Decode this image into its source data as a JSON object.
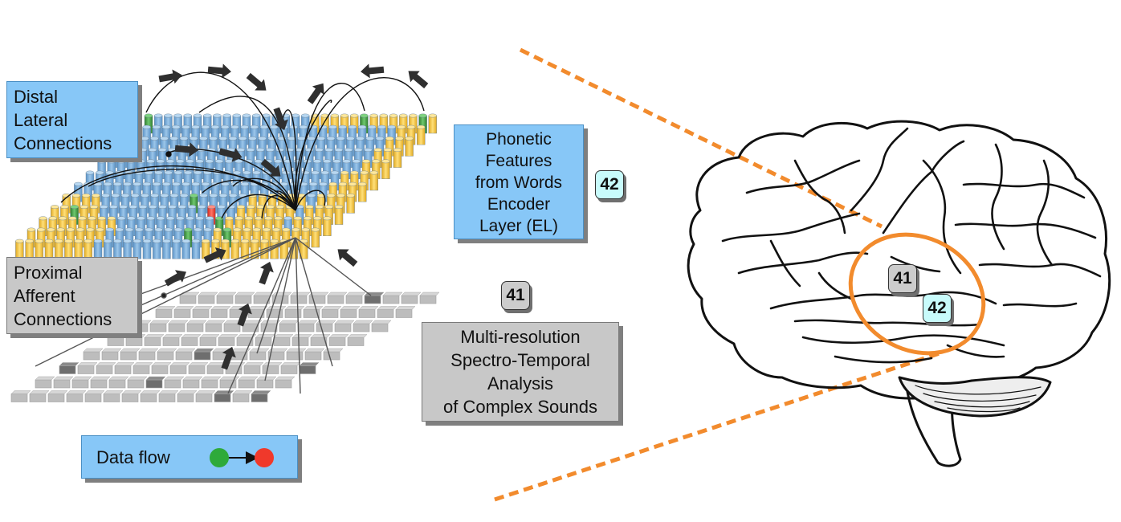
{
  "labels": {
    "distal": [
      "Distal",
      "Lateral",
      "Connections"
    ],
    "proximal": [
      "Proximal",
      "Afferent",
      "Connections"
    ],
    "phonetic": [
      "Phonetic",
      "Features",
      "from Words",
      "Encoder",
      "Layer (EL)"
    ],
    "spectro": [
      "Multi-resolution",
      "Spectro-Temporal",
      "Analysis",
      "of Complex Sounds"
    ],
    "legend": "Data flow"
  },
  "badges": {
    "area42": "42",
    "area41": "41"
  },
  "colors": {
    "cortex_blue": "#6fa8d6",
    "cortex_yellow": "#f3c53e",
    "active_green": "#3a9a3a",
    "target_red": "#f0392b",
    "highlight_orange": "#f28b2d",
    "arrow_dark": "#2f2f2f"
  },
  "icons": [
    "flow-arrow-icon",
    "green-dot-icon",
    "red-dot-icon",
    "brain-illustration"
  ]
}
